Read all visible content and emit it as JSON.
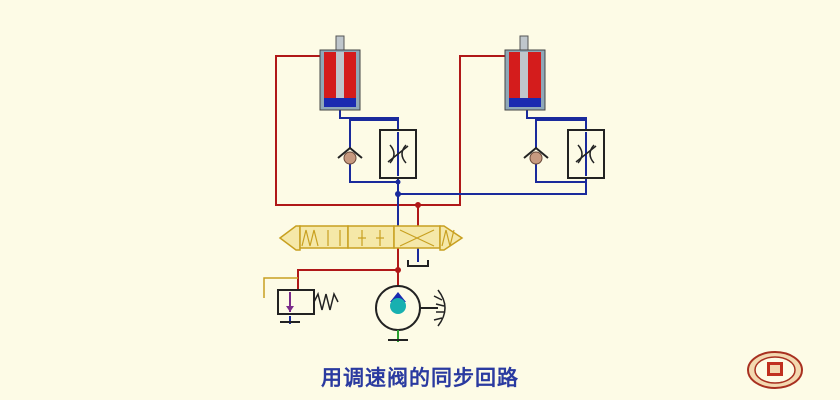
{
  "caption": "用调速阀的同步回路",
  "colors": {
    "background": "#fdfbe6",
    "pressure_line": "#b01818",
    "return_line": "#1a2a9c",
    "cylinder_fill": "#8fa8b8",
    "rod_chamber": "#d41c1c",
    "cap_chamber": "#1a2ab0",
    "valve_body": "#f5e8a8",
    "valve_outline": "#c8a020",
    "caption_text": "#2a3aa0"
  },
  "components": [
    {
      "name": "hydraulic-cylinder",
      "count": 2
    },
    {
      "name": "speed-control-valve",
      "count": 2
    },
    {
      "name": "check-valve",
      "count": 2
    },
    {
      "name": "directional-control-valve",
      "count": 1
    },
    {
      "name": "relief-valve",
      "count": 1
    },
    {
      "name": "hydraulic-pump",
      "count": 1
    }
  ],
  "emblem": {
    "icon": "university-seal-icon"
  }
}
